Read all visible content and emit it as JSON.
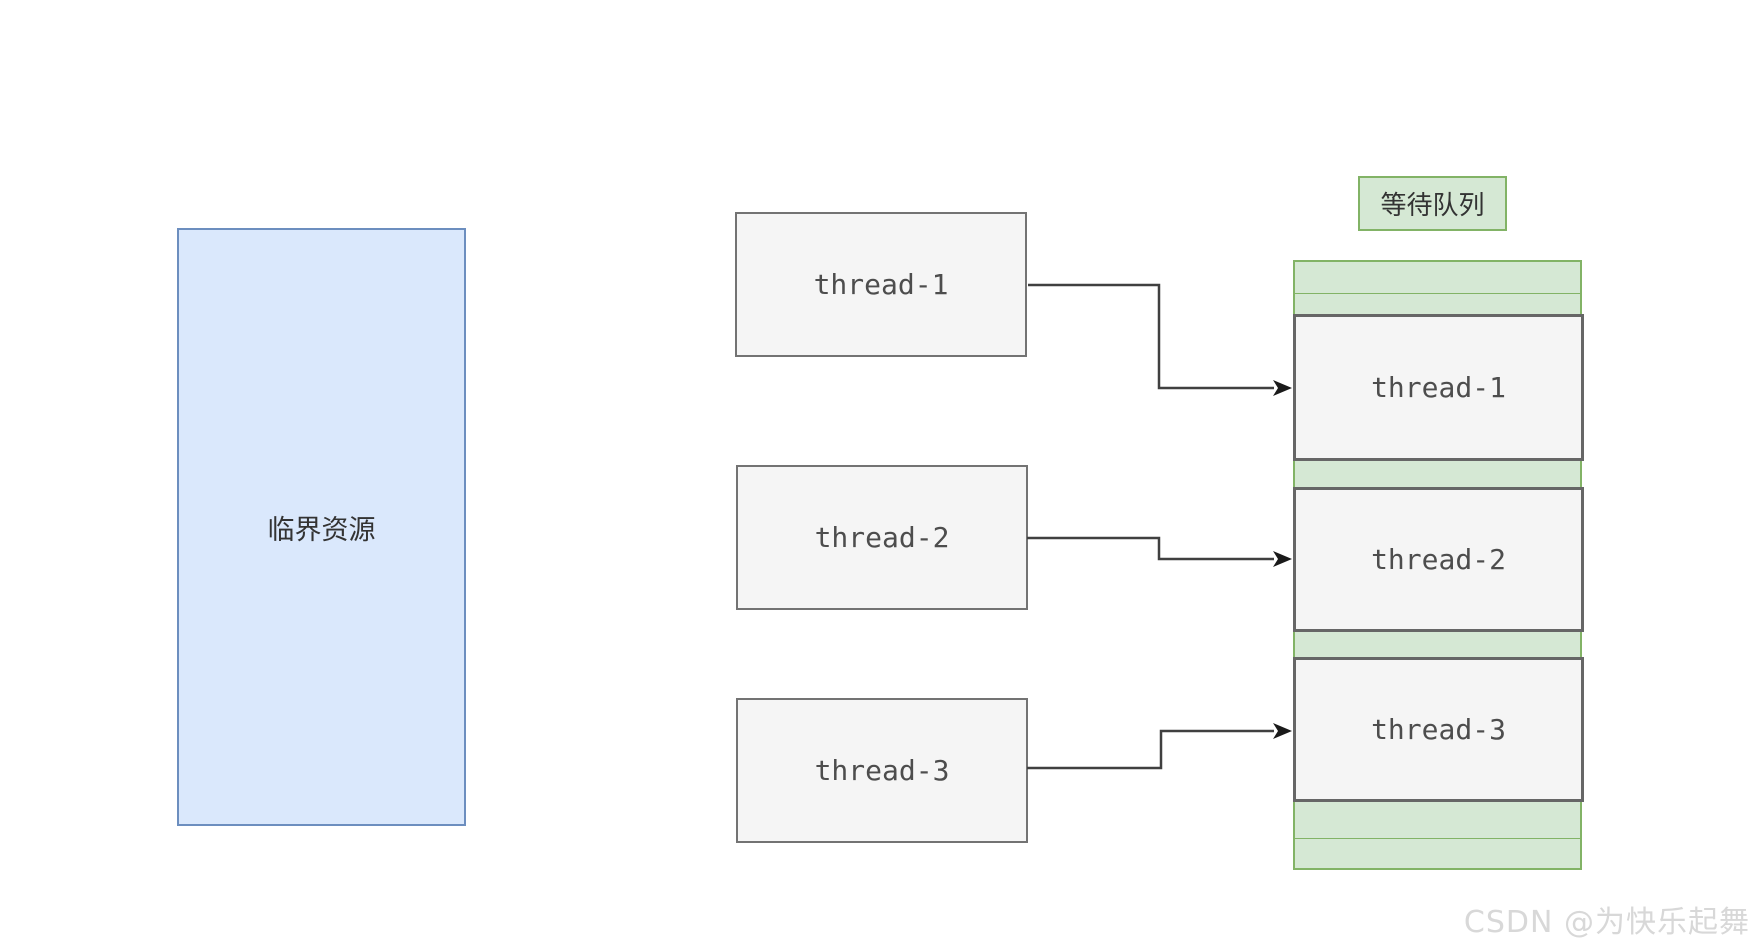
{
  "critical_resource": {
    "label": "临界资源"
  },
  "threads": [
    {
      "label": "thread-1"
    },
    {
      "label": "thread-2"
    },
    {
      "label": "thread-3"
    }
  ],
  "queue": {
    "title": "等待队列",
    "items": [
      "thread-1",
      "thread-2",
      "thread-3"
    ]
  },
  "watermark": "CSDN @为快乐起舞",
  "colors": {
    "page-bg": "#ffffff",
    "blue-fill": "#dae8fc",
    "blue-border": "#6c8ebf",
    "green-fill": "#d5e8d4",
    "green-border": "#82b366",
    "gray-fill": "#f5f5f5",
    "gray-border-outer": "#737373",
    "gray-border-slot": "#666666",
    "text-color": "#333333",
    "mono-text-color": "#4d4d4d",
    "arrow-color": "#404040",
    "watermark-color": "#d8d8d8"
  }
}
